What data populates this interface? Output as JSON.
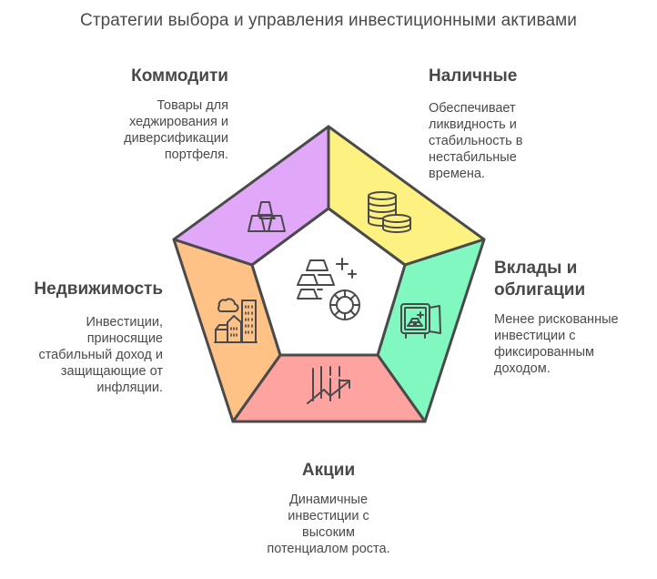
{
  "title": "Стратегии выбора и управления инвестиционными активами",
  "colors": {
    "commodities": "#e1a8fa",
    "cash": "#fdf181",
    "deposits": "#81f8c0",
    "stocks": "#fea3a0",
    "real_estate": "#fec287",
    "stroke": "#4a4a4a",
    "center": "#ffffff"
  },
  "segments": [
    {
      "id": "commodities",
      "heading": "Коммодити",
      "description_lines": [
        "Товары для",
        "хеджирования и",
        "диверсификации",
        "портфеля."
      ],
      "icon": "gold-bars-icon"
    },
    {
      "id": "cash",
      "heading": "Наличные",
      "description_lines": [
        "Обеспечивает",
        "ликвидность и",
        "стабильность в",
        "нестабильные",
        "времена."
      ],
      "icon": "coin-stacks-icon"
    },
    {
      "id": "deposits",
      "heading_lines": [
        "Вклады и",
        "облигации"
      ],
      "description_lines": [
        "Менее рискованные",
        "инвестиции с",
        "фиксированным",
        "доходом."
      ],
      "icon": "safe-icon"
    },
    {
      "id": "stocks",
      "heading": "Акции",
      "description_lines": [
        "Динамичные",
        "инвестиции с",
        "высоким",
        "потенциалом роста."
      ],
      "icon": "growth-chart-icon"
    },
    {
      "id": "real_estate",
      "heading": "Недвижимость",
      "description_lines": [
        "Инвестиции,",
        "приносящие",
        "стабильный доход и",
        "защищающие от",
        "инфляции."
      ],
      "icon": "buildings-icon"
    }
  ],
  "center": {
    "icon": "assets-portfolio-icon"
  }
}
